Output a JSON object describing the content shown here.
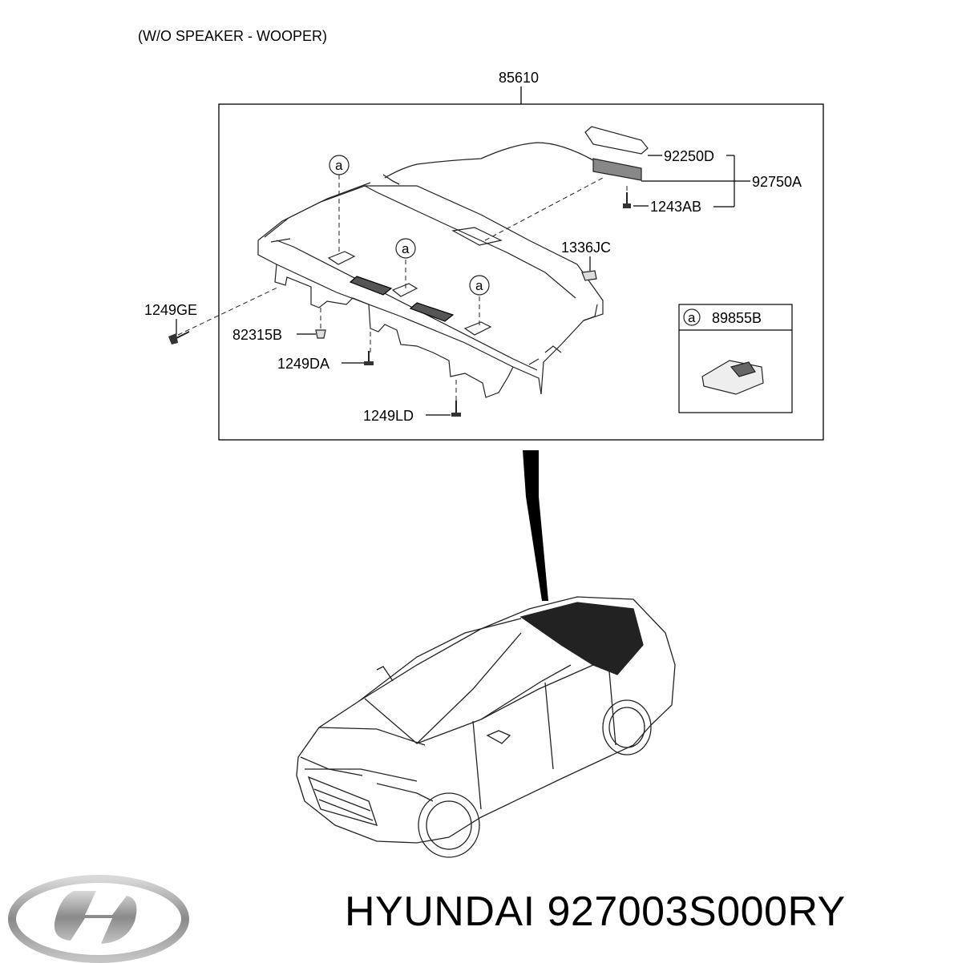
{
  "caption": "(W/O SPEAKER - WOOPER)",
  "assembly_number": "85610",
  "parts": {
    "p92250D": "92250D",
    "p92750A": "92750A",
    "p1243AB": "1243AB",
    "p1336JC": "1336JC",
    "p1249GE": "1249GE",
    "p82315B": "82315B",
    "p1249DA": "1249DA",
    "p1249LD": "1249LD"
  },
  "ref_marker": "a",
  "detail_box": {
    "ref": "a",
    "part": "89855B"
  },
  "brand": "HYUNDAI",
  "part_number": "927003S000RY",
  "logo_icon": "hyundai-logo-icon"
}
